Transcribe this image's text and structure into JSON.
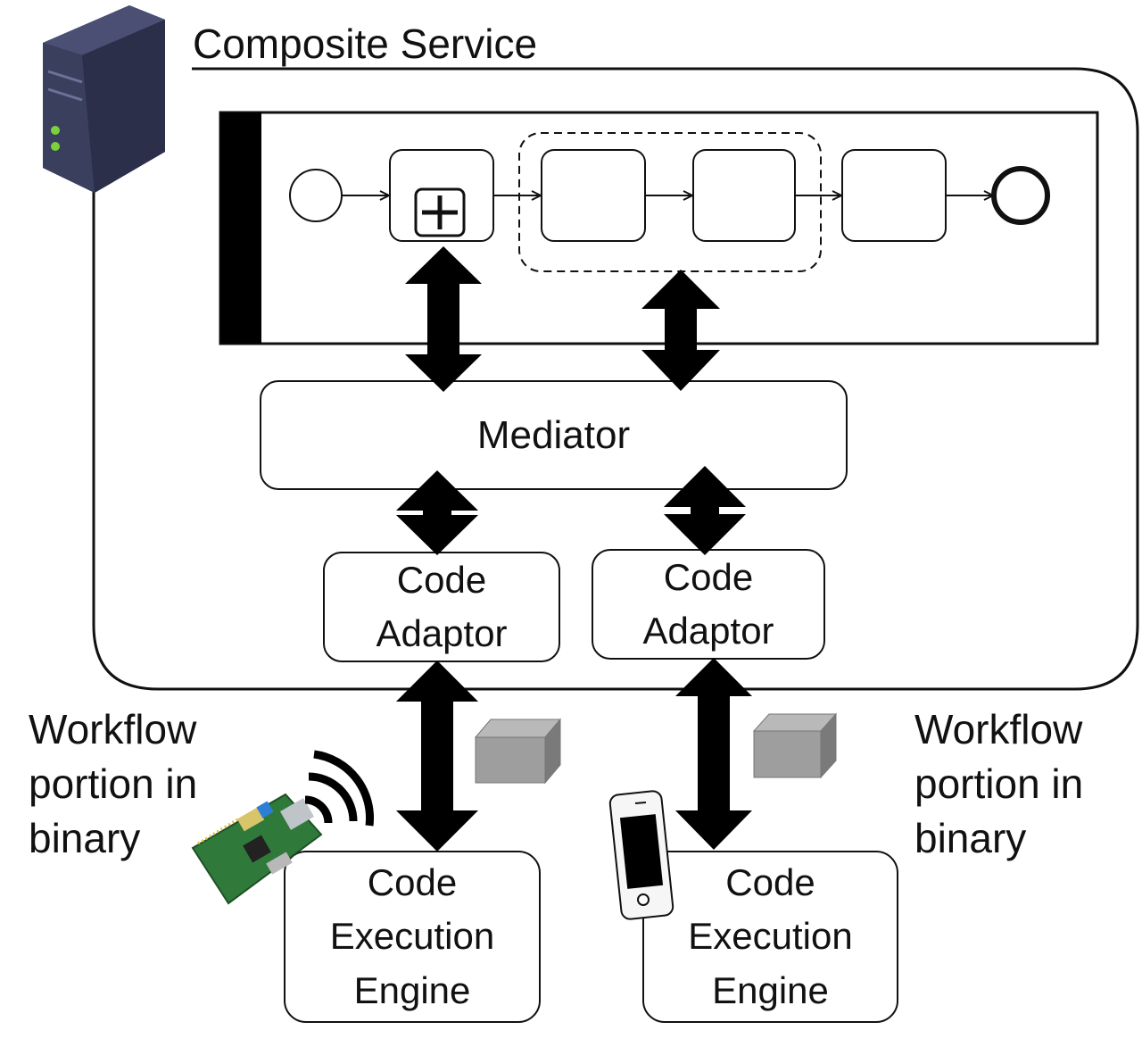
{
  "composite": {
    "title": "Composite Service"
  },
  "mediator": {
    "label": "Mediator"
  },
  "adaptors": [
    {
      "line1": "Code",
      "line2": "Adaptor"
    },
    {
      "line1": "Code",
      "line2": "Adaptor"
    }
  ],
  "engines": [
    {
      "line1": "Code",
      "line2": "Execution",
      "line3": "Engine"
    },
    {
      "line1": "Code",
      "line2": "Execution",
      "line3": "Engine"
    }
  ],
  "notes": {
    "left": {
      "line1": "Workflow",
      "line2": "portion in",
      "line3": "binary"
    },
    "right": {
      "line1": "Workflow",
      "line2": "portion in",
      "line3": "binary"
    }
  },
  "icons": {
    "server": "server-icon",
    "board": "raspberry-pi-board-icon",
    "wireless": "wireless-signal-icon",
    "phone": "smartphone-icon",
    "package": "binary-package-icon"
  },
  "colors": {
    "line": "#111111",
    "package_fill": "#9e9e9e",
    "server_body": "#2b2f4a",
    "server_led": "#7bd13b",
    "board_pcb": "#2f7a3a"
  }
}
